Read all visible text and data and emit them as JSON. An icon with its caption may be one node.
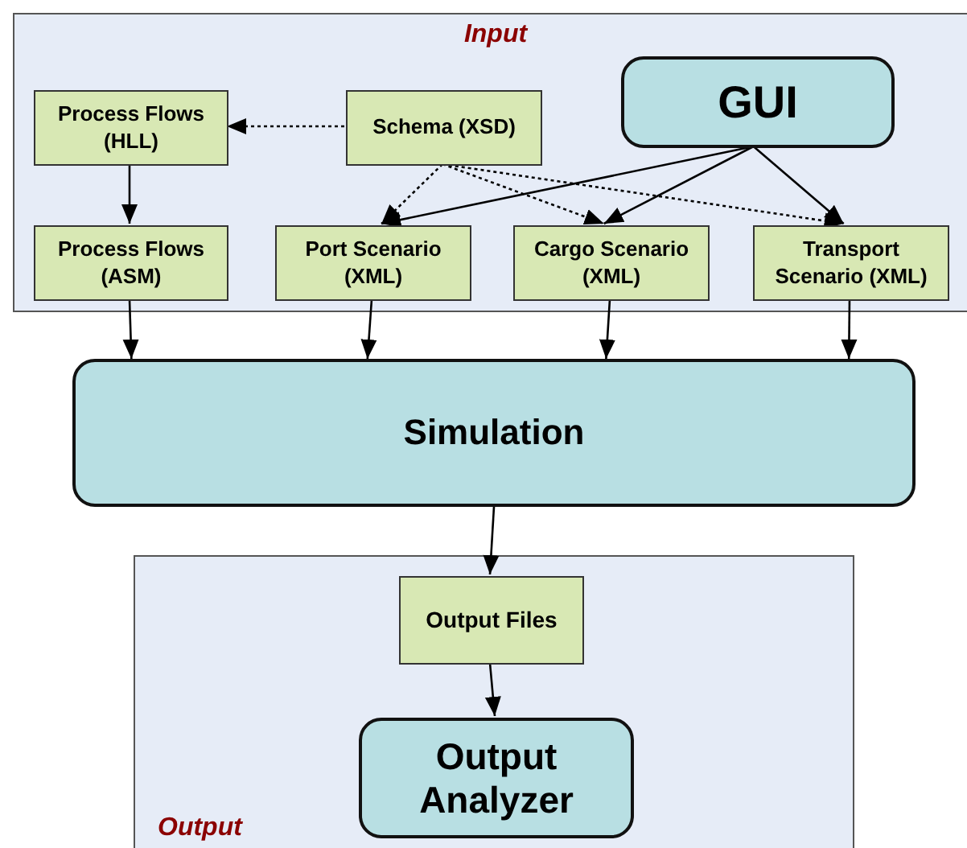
{
  "diagram": {
    "nodes": [
      {
        "text": [
          "Input"
        ]
      },
      {
        "text": [
          "Process Flows (HLL)"
        ],
        "in": 0
      },
      {
        "text": [
          "Schema (XSD)"
        ],
        "in": 0
      },
      {
        "text": [
          "GUI"
        ],
        "in": 0
      },
      {
        "text": [
          "Process Flows (ASM)"
        ],
        "in": 0
      },
      {
        "text": [
          "Port Scenario (XML)"
        ],
        "in": 0
      },
      {
        "text": [
          "Cargo Scenario (XML)"
        ],
        "in": 0
      },
      {
        "text": [
          "Transport Scenario (XML)"
        ],
        "in": 0
      },
      {
        "text": [
          "Simulation"
        ]
      },
      {
        "text": [
          "Output"
        ]
      },
      {
        "text": [
          "Output Files"
        ],
        "in": 9
      },
      {
        "text": [
          "Output Analyzer"
        ],
        "in": 9
      }
    ],
    "edges": [
      {
        "from": 2,
        "to": 1,
        "arrow": "to",
        "style": "dashed"
      },
      {
        "from": 1,
        "to": 4,
        "arrow": "to"
      },
      {
        "from": 2,
        "to": 5,
        "arrow": "to",
        "style": "dashed"
      },
      {
        "from": 2,
        "to": 6,
        "arrow": "to",
        "style": "dashed"
      },
      {
        "from": 2,
        "to": 7,
        "arrow": "to",
        "style": "dashed"
      },
      {
        "from": 3,
        "to": 5,
        "arrow": "to"
      },
      {
        "from": 3,
        "to": 6,
        "arrow": "to"
      },
      {
        "from": 3,
        "to": 7,
        "arrow": "to"
      },
      {
        "from": 4,
        "to": 8,
        "arrow": "to"
      },
      {
        "from": 5,
        "to": 8,
        "arrow": "to"
      },
      {
        "from": 6,
        "to": 8,
        "arrow": "to"
      },
      {
        "from": 7,
        "to": 8,
        "arrow": "to"
      },
      {
        "from": 8,
        "to": 10,
        "arrow": "to"
      },
      {
        "from": 10,
        "to": 11,
        "arrow": "to"
      }
    ]
  }
}
